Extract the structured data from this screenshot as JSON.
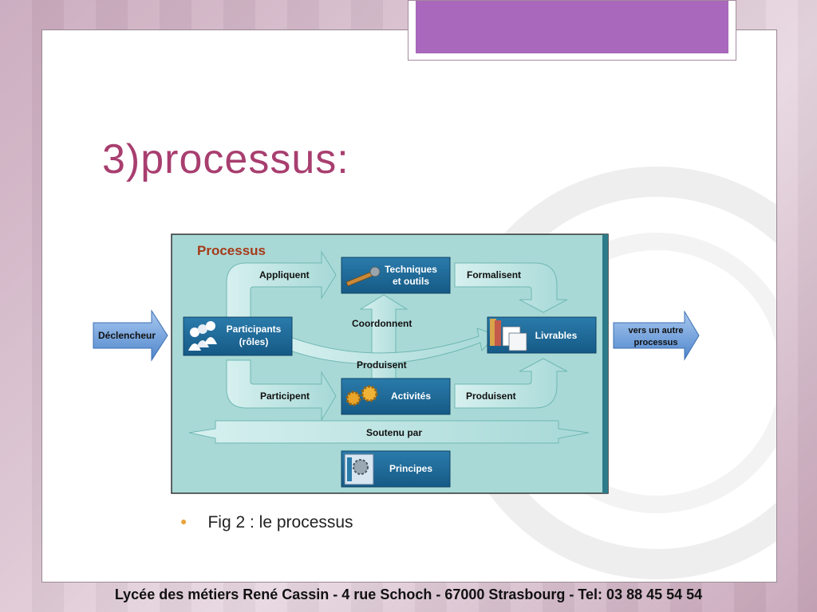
{
  "slide": {
    "title": "3)processus:",
    "caption": "Fig 2 : le processus",
    "footer": "Lycée des métiers René Cassin - 4 rue Schoch - 67000 Strasbourg - Tel: 03 88 45 54 54"
  },
  "diagram": {
    "title": "Processus",
    "trigger": "Déclencheur",
    "output": "vers un autre processus",
    "participants": [
      "Participants",
      "(rôles)"
    ],
    "techniques": [
      "Techniques",
      "et outils"
    ],
    "livrables": "Livrables",
    "activites": "Activités",
    "principes": "Principes",
    "labels": {
      "appliquent": "Appliquent",
      "formalisent": "Formalisent",
      "coordonnent": "Coordonnent",
      "produisent_top": "Produisent",
      "participent": "Participent",
      "produisent_bottom": "Produisent",
      "soutenu_par": "Soutenu par"
    },
    "colors": {
      "panel": "#a9d9d6",
      "box": "#1e6a98",
      "arrow": "#c3e8e6",
      "title": "#a63a1a",
      "side_arrow": "#5b8fd0"
    }
  }
}
